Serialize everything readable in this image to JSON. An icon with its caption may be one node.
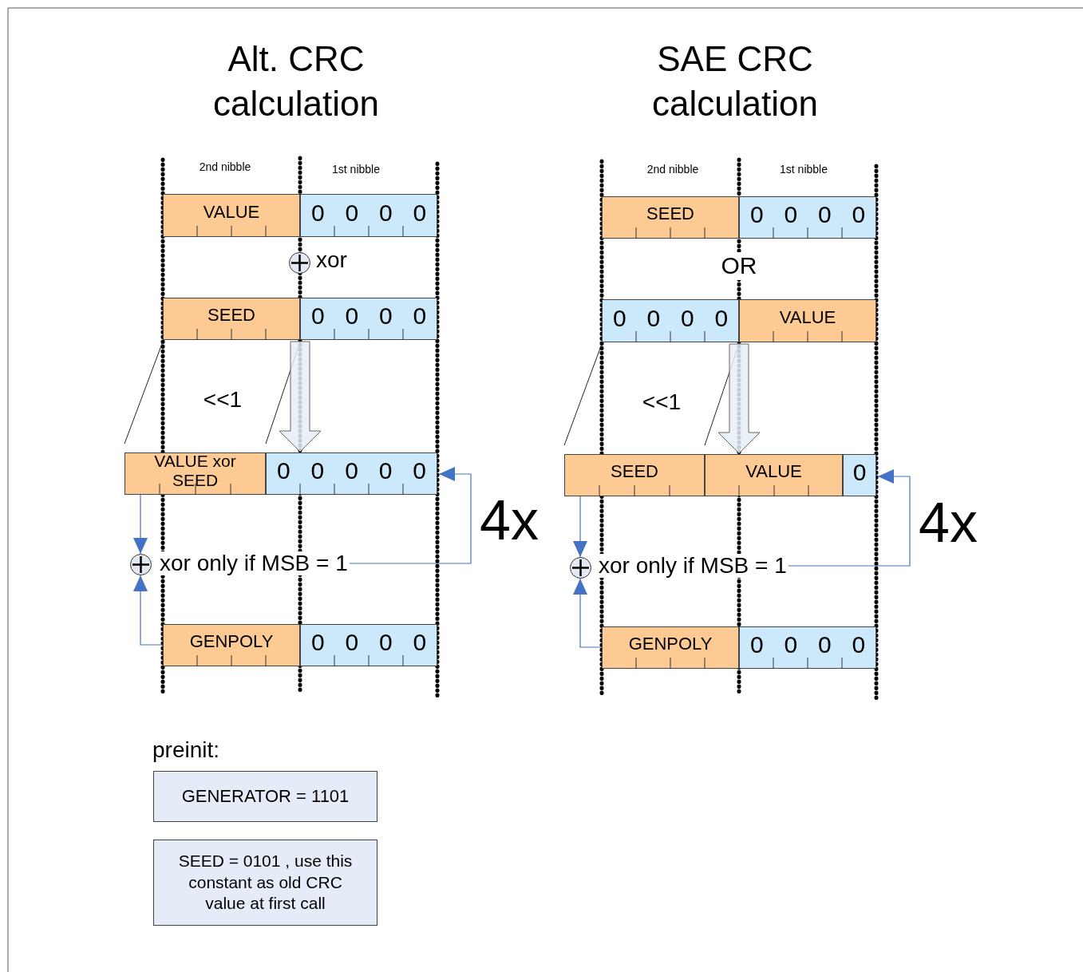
{
  "diagram": {
    "nodes": [
      {
        "text": [
          "VALUE"
        ]
      },
      {
        "text": [
          "0",
          "0",
          "0",
          "0"
        ]
      },
      {
        "text": [],
        "shape": "circle",
        "beside": [
          "xor"
        ]
      },
      {
        "text": [
          "SEED"
        ]
      },
      {
        "text": [
          "0",
          "0",
          "0",
          "0"
        ]
      },
      {
        "text": [
          "VALUE xor SEED"
        ]
      },
      {
        "text": [
          "0",
          "0",
          "0",
          "0",
          "0"
        ]
      },
      {
        "text": [],
        "shape": "circle"
      },
      {
        "text": [
          "xor only if MSB = 1"
        ]
      },
      {
        "text": [
          "GENPOLY"
        ]
      },
      {
        "text": [
          "0",
          "0",
          "0",
          "0"
        ]
      },
      {
        "text": [
          "SEED"
        ]
      },
      {
        "text": [
          "0",
          "0",
          "0",
          "0"
        ]
      },
      {
        "text": [
          "0",
          "0",
          "0",
          "0"
        ]
      },
      {
        "text": [
          "VALUE"
        ]
      },
      {
        "text": [
          "SEED"
        ]
      },
      {
        "text": [
          "VALUE"
        ]
      },
      {
        "text": [
          "0"
        ]
      },
      {
        "text": [],
        "shape": "circle"
      },
      {
        "text": [
          "xor only if MSB = 1"
        ]
      },
      {
        "text": [
          "GENPOLY"
        ]
      },
      {
        "text": [
          "0",
          "0",
          "0",
          "0"
        ]
      },
      {
        "text": [
          "GENERATOR  = 1101"
        ]
      },
      {
        "text": [
          "SEED  = 0101 , use this constant as old CRC value at first call"
        ]
      }
    ],
    "edges": [
      {
        "from": 5,
        "to": 7,
        "arrow": "to"
      },
      {
        "from": 9,
        "to": 7,
        "arrow": "to"
      },
      {
        "from": 8,
        "to": 6,
        "arrow": "to"
      },
      {
        "from": 15,
        "to": 18,
        "arrow": "to"
      },
      {
        "from": 20,
        "to": 18,
        "arrow": "to"
      },
      {
        "from": 19,
        "to": 17,
        "arrow": "to"
      },
      {
        "from": 3,
        "to": 6,
        "arrow": "to",
        "style": "thick",
        "color": "#666666"
      },
      {
        "from": 13,
        "to": 16,
        "arrow": "to",
        "style": "thick",
        "color": "#666666"
      }
    ],
    "labels": [
      "Alt. CRC calculation",
      "SAE CRC calculation",
      "2nd nibble",
      "1st nibble",
      "2nd nibble",
      "1st nibble",
      "OR",
      "<<1",
      "4x",
      "<<1",
      "4x",
      "preinit:"
    ]
  }
}
